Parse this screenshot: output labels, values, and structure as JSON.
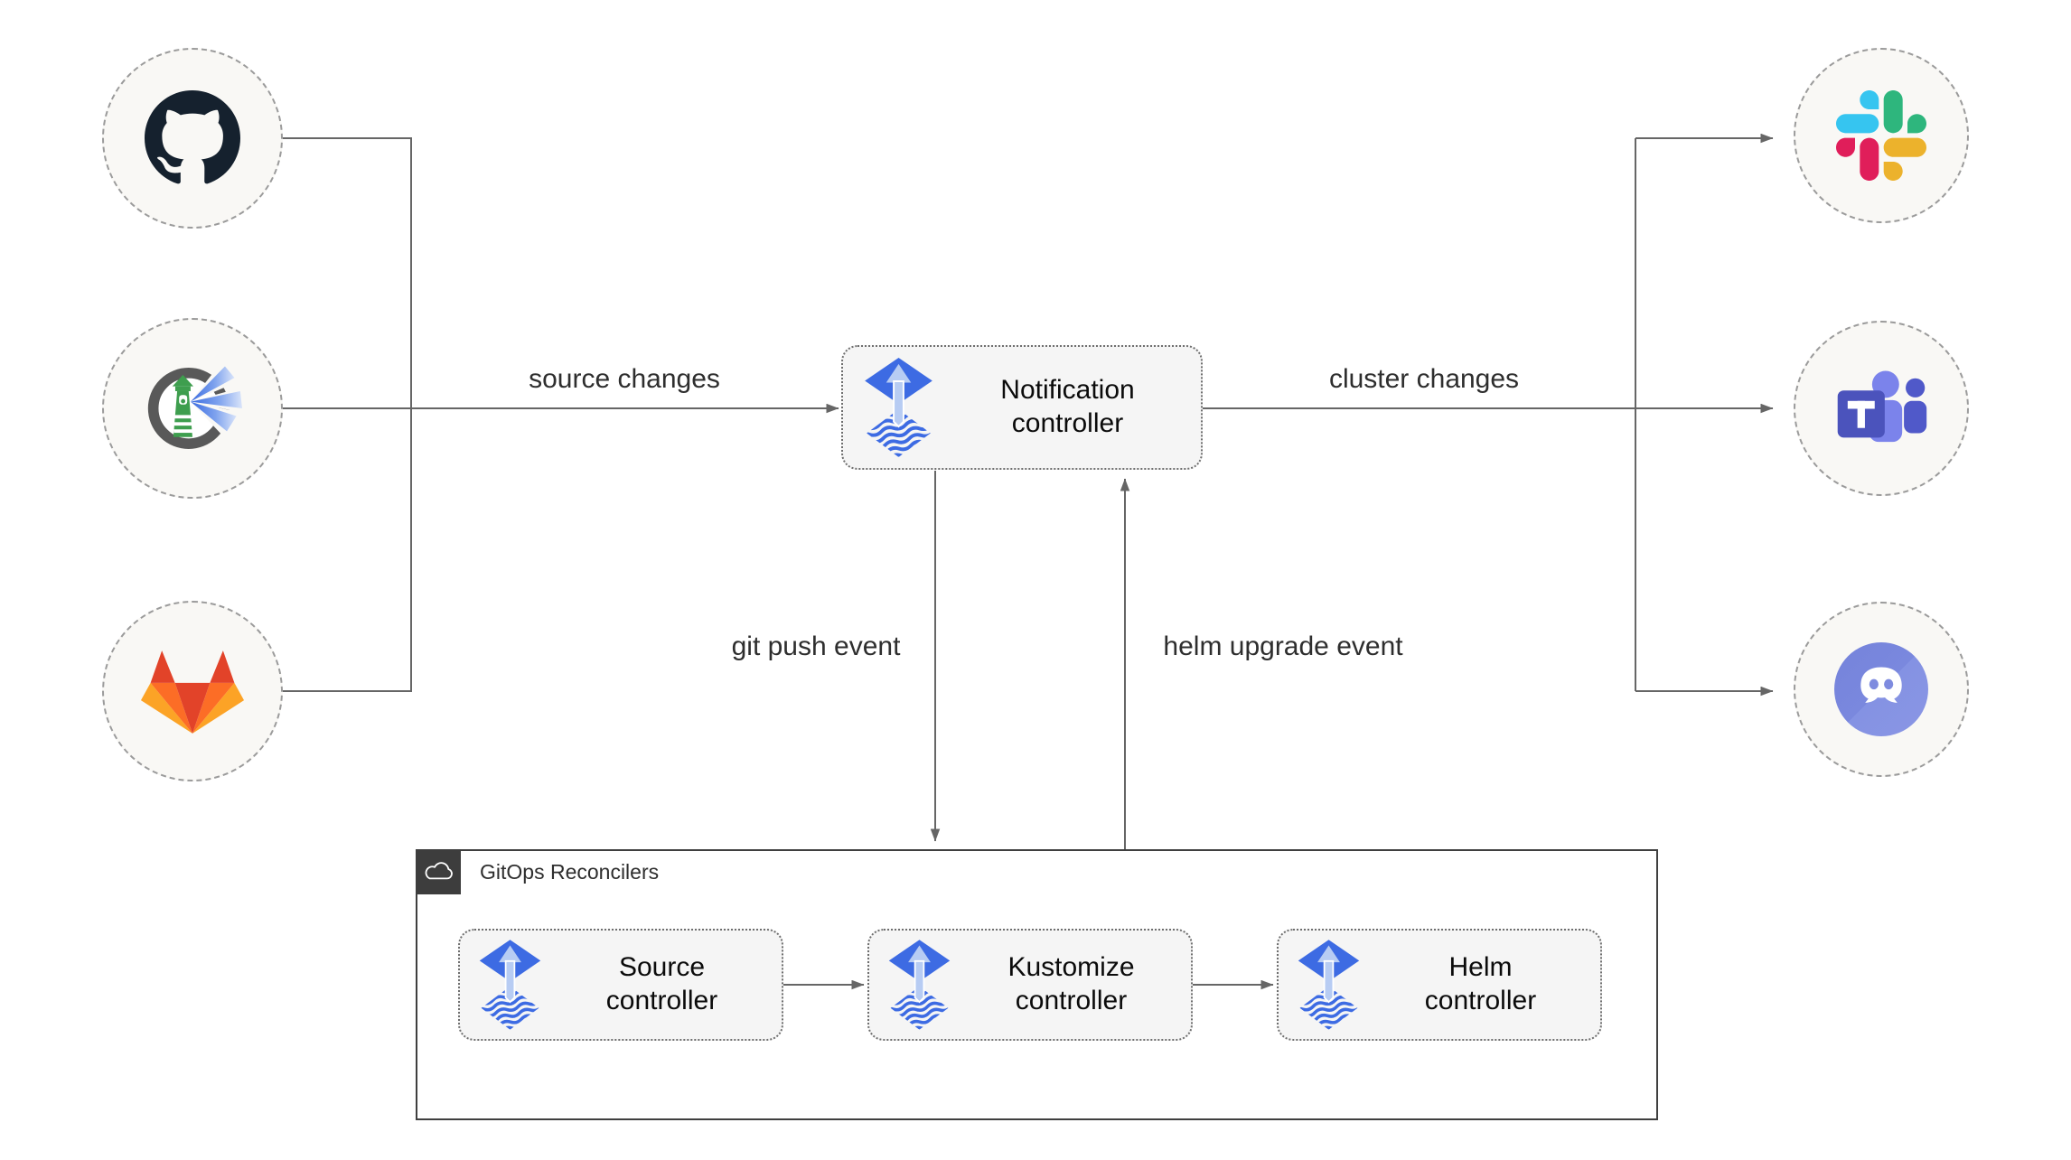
{
  "diagram": {
    "type": "flux-notification-architecture",
    "sources": [
      {
        "service": "GitHub",
        "icon": "github-icon"
      },
      {
        "service": "Harbor",
        "icon": "harbor-icon"
      },
      {
        "service": "GitLab",
        "icon": "gitlab-icon"
      }
    ],
    "notification": {
      "label": "Notification controller",
      "icon": "flux-icon"
    },
    "targets": [
      {
        "service": "Slack",
        "icon": "slack-icon"
      },
      {
        "service": "Microsoft Teams",
        "icon": "teams-icon"
      },
      {
        "service": "Discord",
        "icon": "discord-icon"
      }
    ],
    "reconcilers": {
      "title": "GitOps Reconcilers",
      "title_icon": "cloud-icon",
      "items": [
        {
          "label": "Source controller",
          "icon": "flux-icon"
        },
        {
          "label": "Kustomize controller",
          "icon": "flux-icon"
        },
        {
          "label": "Helm controller",
          "icon": "flux-icon"
        }
      ]
    },
    "edge_labels": {
      "source_changes": "source changes",
      "cluster_changes": "cluster changes",
      "git_push": "git push event",
      "helm_upgrade": "helm upgrade event"
    },
    "colors": {
      "edge_gray": "#666666",
      "node_fill": "#F9F8F5",
      "box_fill": "#F5F5F5",
      "group_border": "#3F3F3F",
      "flux_blue": "#3D6BE3",
      "flux_arrow_light": "#B7CCF3",
      "github_dark": "#15212E",
      "harbor_gray": "#595959",
      "harbor_green": "#3E9E4E",
      "gitlab_red": "#E24329",
      "gitlab_orange": "#FC6D26",
      "gitlab_yellow": "#FCA326",
      "slack_blue": "#36C5F0",
      "slack_green": "#2EB67D",
      "slack_yellow": "#ECB22C",
      "slack_pink": "#E01E5A",
      "teams_purple": "#4B53BC",
      "teams_light": "#7B83EB",
      "discord_blurple": "#7289DA"
    }
  }
}
